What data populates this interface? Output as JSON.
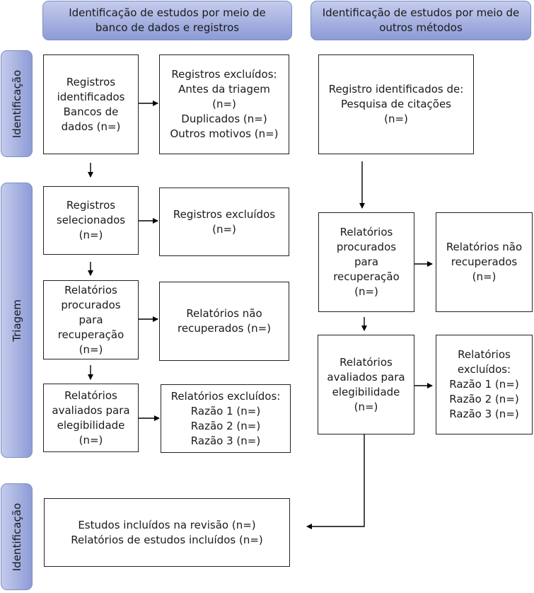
{
  "headers": {
    "left": "Identificação de estudos por meio de\nbanco de dados e registros",
    "right": "Identificação de estudos por meio de\noutros métodos"
  },
  "side_labels": {
    "identification_top": "Identificação",
    "screening": "Triagem",
    "identification_bottom": "Identificação"
  },
  "boxes": {
    "records_identified_db": "Registros\nidentificados\nBancos de\ndados (n=)",
    "records_excluded_before": "Registros excluídos:\nAntes da triagem\n(n=)\nDuplicados (n=)\nOutros motivos (n=)",
    "records_identified_other": "Registro identificados de:\nPesquisa de citações\n(n=)",
    "records_screened": "Registros\nselecionados\n(n=)",
    "records_excluded": "Registros excluídos\n(n=)",
    "reports_sought_left": "Relatórios\nprocurados\npara\nrecuperação\n(n=)",
    "reports_not_retrieved_left": "Relatórios não\nrecuperados (n=)",
    "reports_assessed_left": "Relatórios\navaliados para\nelegibilidade\n(n=)",
    "reports_excluded_left": "Relatórios excluídos:\nRazão 1 (n=)\nRazão 2 (n=)\nRazão 3 (n=)",
    "reports_sought_right": "Relatórios\nprocurados\npara\nrecuperação\n(n=)",
    "reports_not_retrieved_right": "Relatórios não\nrecuperados\n(n=)",
    "reports_assessed_right": "Relatórios\navaliados para\nelegibilidade\n(n=)",
    "reports_excluded_right": "Relatórios\nexcluídos:\nRazão 1 (n=)\nRazão 2 (n=)\nRazão 3 (n=)",
    "studies_included": "Estudos incluídos na revisão (n=)\nRelatórios de estudos incluídos (n=)"
  }
}
